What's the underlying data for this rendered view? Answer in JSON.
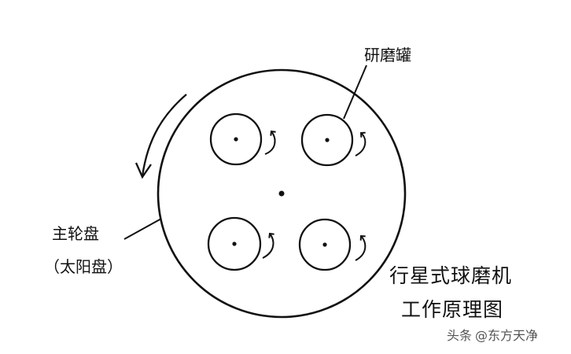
{
  "labels": {
    "jar": "研磨罐",
    "main_disk_line1": "主轮盘",
    "main_disk_line2": "（太阳盘）",
    "title_line1": "行星式球磨机",
    "title_line2": "工作原理图"
  },
  "watermark": {
    "brand": "头条",
    "handle": "@东方天净"
  },
  "colors": {
    "ink": "#111111",
    "background": "#ffffff",
    "watermark": "#555555"
  }
}
